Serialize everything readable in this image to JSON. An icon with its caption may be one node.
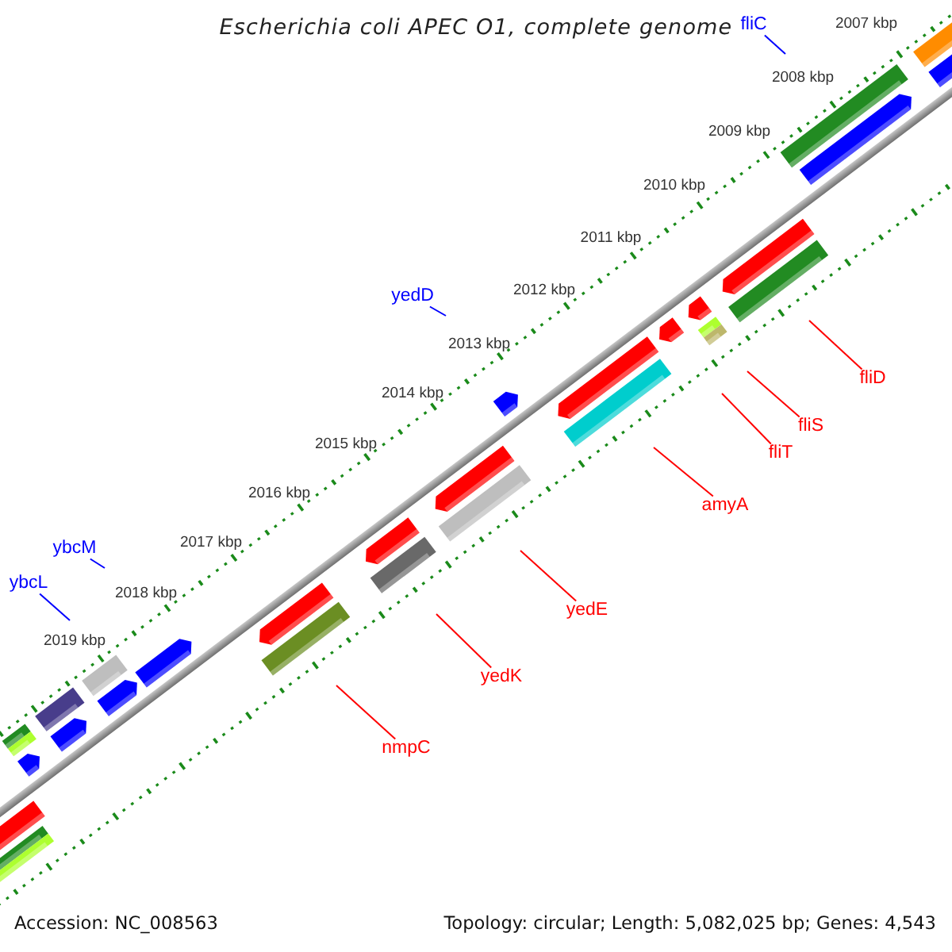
{
  "diagram": {
    "title": "Escherichia coli APEC O1, complete genome",
    "nodes": [
      {
        "text": [
          "fliC"
        ]
      },
      {
        "text": [
          "yedD"
        ]
      },
      {
        "text": [
          "fliD"
        ]
      },
      {
        "text": [
          "fliS"
        ]
      },
      {
        "text": [
          "fliT"
        ]
      },
      {
        "text": [
          "amyA"
        ]
      },
      {
        "text": [
          "ybcM"
        ]
      },
      {
        "text": [
          "ybcL"
        ]
      },
      {
        "text": [
          "yedE"
        ]
      },
      {
        "text": [
          "yedK"
        ]
      },
      {
        "text": [
          "nmpC"
        ]
      }
    ],
    "edges": [
      {
        "from": 0,
        "to": null,
        "arrow": "none",
        "color": "#0000ff"
      },
      {
        "from": 1,
        "to": null,
        "arrow": "none",
        "color": "#0000ff"
      },
      {
        "from": 2,
        "to": null,
        "arrow": "none"
      },
      {
        "from": 3,
        "to": null,
        "arrow": "none"
      },
      {
        "from": 4,
        "to": null,
        "arrow": "none"
      },
      {
        "from": 5,
        "to": null,
        "arrow": "none"
      },
      {
        "from": 6,
        "to": null,
        "arrow": "none",
        "color": "#0000ff"
      },
      {
        "from": 7,
        "to": null,
        "arrow": "none",
        "color": "#0000ff"
      },
      {
        "from": 8,
        "to": null,
        "arrow": "none"
      },
      {
        "from": 9,
        "to": null,
        "arrow": "none"
      },
      {
        "from": 10,
        "to": null,
        "arrow": "none"
      }
    ],
    "labels": [
      "2007 kbp",
      "2008 kbp",
      "2009 kbp",
      "2010 kbp",
      "2011 kbp",
      "2012 kbp",
      "2013 kbp",
      "2014 kbp",
      "2015 kbp",
      "2016 kbp",
      "2017 kbp",
      "2018 kbp",
      "2019 kbp",
      "Accession: NC_008563",
      "Topology: circular; Length: 5,082,025 bp; Genes: 4,543"
    ]
  }
}
